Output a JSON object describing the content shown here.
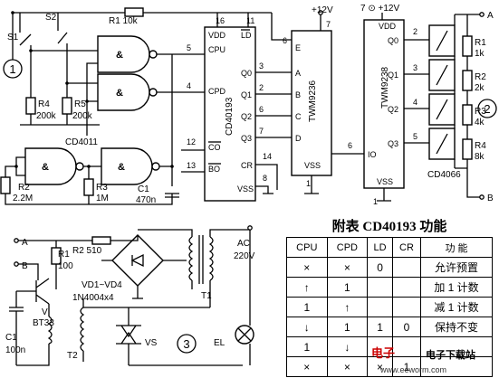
{
  "sections": [
    "1",
    "2",
    "3"
  ],
  "switches": [
    "S1",
    "S2"
  ],
  "resistors": {
    "r1": "R1  10k",
    "r4": "R4",
    "r4v": "200k",
    "r5": "R5",
    "r5v": "200k",
    "r2": "R2",
    "r2v": "2.2M",
    "r3": "R3",
    "r3v": "1M"
  },
  "caps": {
    "c1": "C1",
    "c1v": "470n"
  },
  "ics": {
    "cd4011": "CD4011",
    "cd40193": "CD40193",
    "twm9236": "TWM9236",
    "twm9238": "TWM9238",
    "cd4066": "CD4066"
  },
  "pins193": {
    "vdd": "VDD",
    "ld": "LD",
    "cpu": "CPU",
    "cpd": "CPD",
    "q0": "Q0",
    "q1": "Q1",
    "q2": "Q2",
    "q3": "Q3",
    "co": "CO",
    "bo": "BO",
    "cr": "CR",
    "vss": "VSS",
    "n16": "16",
    "n11": "11",
    "n5": "5",
    "n4": "4",
    "n3": "3",
    "n2": "2",
    "n6": "6",
    "n7": "7",
    "n12": "12",
    "n13": "13",
    "n14": "14",
    "n8": "8"
  },
  "pins9236": {
    "e": "E",
    "a": "A",
    "b": "B",
    "c": "C",
    "d": "D",
    "vss": "VSS",
    "vcc": "+12V",
    "n6": "6",
    "n7": "7",
    "n1": "1"
  },
  "pins9238": {
    "vdd": "VDD",
    "q0": "Q0",
    "q1": "Q1",
    "q2": "Q2",
    "q3": "Q3",
    "io": "IO",
    "vss": "VSS",
    "vcc": "7 ⊙ +12V",
    "n2": "2",
    "n3": "3",
    "n4": "4",
    "n5": "5",
    "n6": "6",
    "n1": "1"
  },
  "ladder": {
    "a": "A",
    "b": "B",
    "r1": "R1",
    "r1v": "1k",
    "r2": "R2",
    "r2v": "2k",
    "r3": "R3",
    "r3v": "4k",
    "r4": "R4",
    "r4v": "8k"
  },
  "power": {
    "a": "A",
    "b": "B",
    "r1": "R1",
    "r1v": "100",
    "r2": "R2  510",
    "vd": "VD1~VD4",
    "vdtype": "1N4004x4",
    "v": "V",
    "bt": "BT33",
    "c1": "C1",
    "c1v": "100n",
    "t1": "T1",
    "t2": "T2",
    "ac": "AC",
    "acv": "220V",
    "vs": "VS",
    "el": "EL"
  },
  "table": {
    "caption": "附表  CD40193 功能",
    "headers": [
      "CPU",
      "CPD",
      "LD",
      "CR",
      "功  能"
    ],
    "rows": [
      [
        "×",
        "×",
        "0",
        "",
        "允许预置"
      ],
      [
        "↑",
        "1",
        "",
        "",
        "加 1 计数"
      ],
      [
        "1",
        "↑",
        "",
        "",
        "减 1 计数"
      ],
      [
        "↓",
        "1",
        "1",
        "0",
        "保持不变"
      ],
      [
        "1",
        "↓",
        "",
        "",
        ""
      ],
      [
        "×",
        "×",
        "×",
        "1",
        ""
      ]
    ]
  },
  "watermark": {
    "logo": "电子",
    "site_cn": "电子下载站",
    "url": "www.eeworm.com"
  }
}
